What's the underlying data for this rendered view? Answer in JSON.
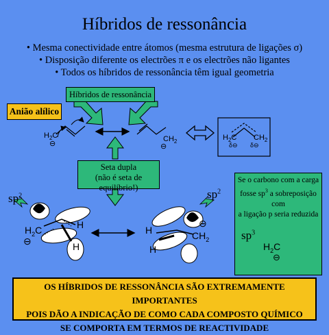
{
  "title": "Híbridos de ressonância",
  "bullets": [
    "• Mesma conectividade entre átomos (mesma estrutura de ligações σ)",
    "• Disposição diferente os electrões π e os electrões não ligantes",
    "• Todos os híbridos de ressonância têm igual geometria"
  ],
  "hybrid_box": "Híbridos de ressonância",
  "allyl_label": "Anião alílico",
  "arrow_box": {
    "line1": "Seta dupla",
    "line2": "(não é seta de equilíbrio!)"
  },
  "sp3_box": {
    "line1": "Se o carbono com a carga",
    "line2": "fosse sp",
    "line2_sup": "3",
    "line2_end": " a sobreposição com",
    "line3": "a ligação p seria reduzida"
  },
  "labels": {
    "sp2": "sp",
    "sup2": "2",
    "sp3": "sp",
    "sup3": "3",
    "H2C": "H",
    "sub2": "2",
    "C": "C",
    "CH2": "CH",
    "H": "H",
    "minus": "⊖",
    "delta_minus": "δ⊖"
  },
  "banner": [
    "OS HÍBRIDOS DE RESSONÂNCIA SÃO EXTREMAMENTE IMPORTANTES",
    "POIS DÃO A INDICAÇÃO DE COMO CADA COMPOSTO QUÍMICO",
    "SE COMPORTA EM TERMOS DE REACTIVIDADE"
  ],
  "colors": {
    "background": "#5b8ff0",
    "green": "#2db87a",
    "yellow": "#f6c21a"
  }
}
